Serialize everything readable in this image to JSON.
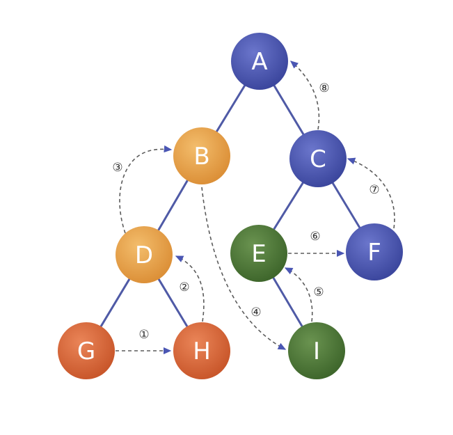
{
  "colors": {
    "blue": "#4a56b3",
    "orange": "#e7a04a",
    "red": "#d9693c",
    "green": "#4f7a3a",
    "edge": "#4f5aa6",
    "dashed": "#5b5b5b"
  },
  "nodes": [
    {
      "id": "A",
      "label": "A",
      "color": "blue"
    },
    {
      "id": "B",
      "label": "B",
      "color": "orange"
    },
    {
      "id": "C",
      "label": "C",
      "color": "blue"
    },
    {
      "id": "D",
      "label": "D",
      "color": "orange"
    },
    {
      "id": "E",
      "label": "E",
      "color": "green"
    },
    {
      "id": "F",
      "label": "F",
      "color": "blue"
    },
    {
      "id": "G",
      "label": "G",
      "color": "red"
    },
    {
      "id": "H",
      "label": "H",
      "color": "red"
    },
    {
      "id": "I",
      "label": "I",
      "color": "green"
    }
  ],
  "edges": [
    {
      "from": "A",
      "to": "B"
    },
    {
      "from": "A",
      "to": "C"
    },
    {
      "from": "B",
      "to": "D"
    },
    {
      "from": "C",
      "to": "E"
    },
    {
      "from": "C",
      "to": "F"
    },
    {
      "from": "D",
      "to": "G"
    },
    {
      "from": "D",
      "to": "H"
    },
    {
      "from": "E",
      "to": "I"
    }
  ],
  "traversal_steps": [
    {
      "label": "①",
      "from": "G",
      "to": "H"
    },
    {
      "label": "②",
      "from": "H",
      "to": "D"
    },
    {
      "label": "③",
      "from": "D",
      "to": "B"
    },
    {
      "label": "④",
      "from": "B",
      "to": "I"
    },
    {
      "label": "⑤",
      "from": "I",
      "to": "E"
    },
    {
      "label": "⑥",
      "from": "E",
      "to": "F"
    },
    {
      "label": "⑦",
      "from": "F",
      "to": "C"
    },
    {
      "label": "⑧",
      "from": "C",
      "to": "A"
    }
  ]
}
